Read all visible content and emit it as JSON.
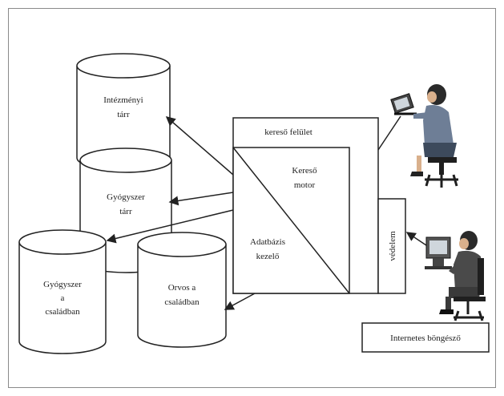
{
  "diagram": {
    "databases": {
      "intezmenyi": [
        "Intézményi",
        "tárr"
      ],
      "gyogyszer": [
        "Gyógyszer",
        "tárr"
      ],
      "gyogyszer_csaladban": [
        "Gyógyszer",
        "a",
        "családban"
      ],
      "orvos_csaladban": [
        "Orvos a",
        "családban"
      ]
    },
    "boxes": {
      "kereso_feluleten": "kereső felület",
      "kereso_motor": [
        "Kereső",
        "motor"
      ],
      "adatbazis_kezelo": [
        "Adatbázis",
        "kezelő"
      ],
      "vedelem": "védelem",
      "internet_bongeszo": "Internetes böngésző"
    }
  }
}
